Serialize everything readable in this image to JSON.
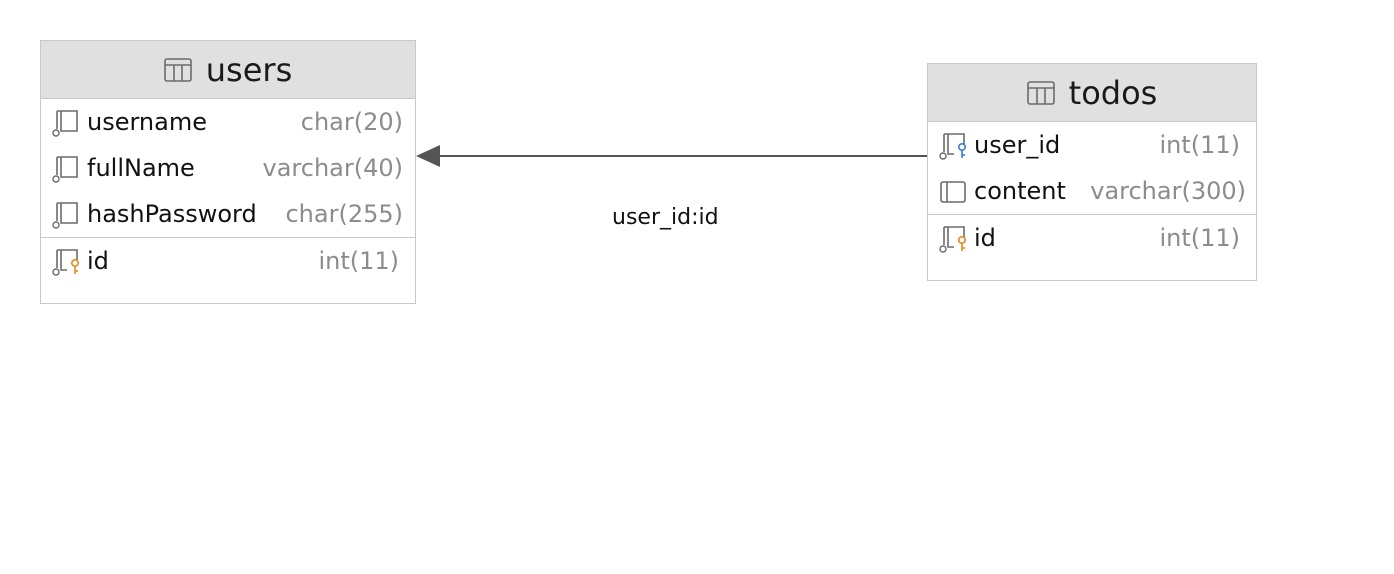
{
  "tables": {
    "users": {
      "name": "users",
      "columns": [
        {
          "name": "username",
          "type": "char(20)"
        },
        {
          "name": "fullName",
          "type": "varchar(40)"
        },
        {
          "name": "hashPassword",
          "type": "char(255)"
        }
      ],
      "primary_key": {
        "name": "id",
        "type": "int(11)"
      }
    },
    "todos": {
      "name": "todos",
      "columns": [
        {
          "name": "user_id",
          "type": "int(11)"
        },
        {
          "name": "content",
          "type": "varchar(300)"
        }
      ],
      "primary_key": {
        "name": "id",
        "type": "int(11)"
      }
    }
  },
  "relation": {
    "label": "user_id:id",
    "from": "todos",
    "to": "users"
  },
  "colors": {
    "header_bg": "#e0e0e0",
    "border": "#c9c9c9",
    "type_text": "#8c8c8c",
    "icon_gray": "#6b6b6b",
    "pk_key_orange": "#e8891e",
    "fk_key_blue": "#3b7bd6",
    "arrow": "#555555"
  }
}
